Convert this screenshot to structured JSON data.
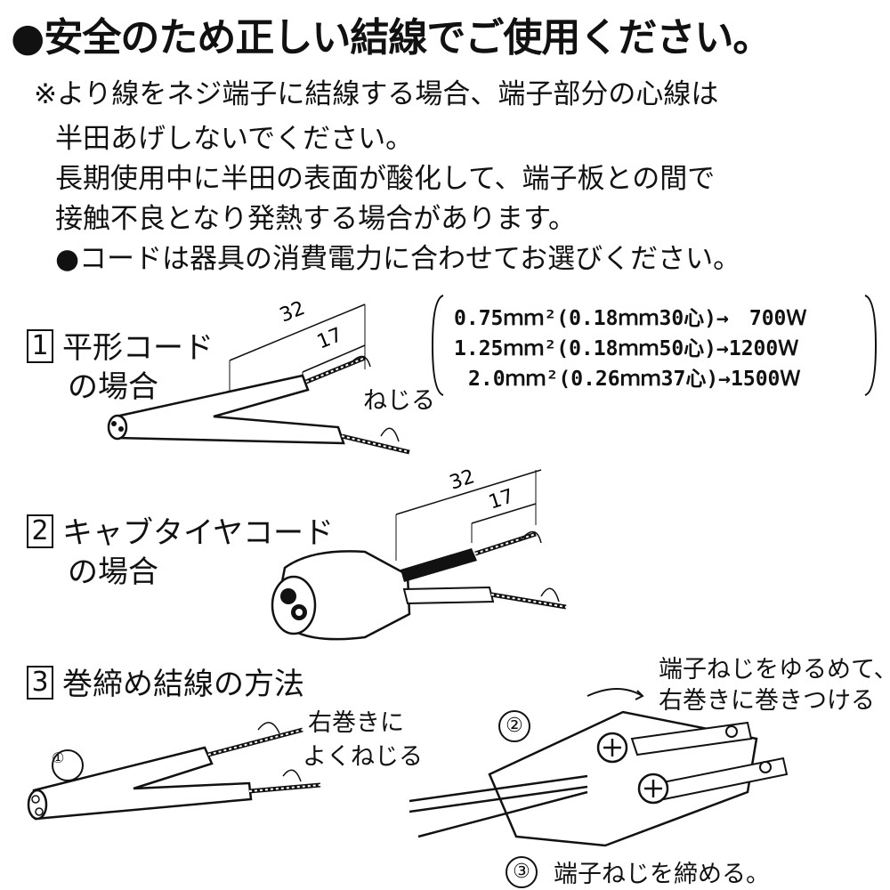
{
  "title": "●安全のため正しい結線でご使用ください。",
  "notes": [
    "※より線をネジ端子に結線する場合、端子部分の心線は",
    "半田あげしないでください。",
    "長期使用中に半田の表面が酸化して、端子板との間で",
    "接触不良となり発熱する場合があります。",
    "●コードは器具の消費電力に合わせてお選びください。"
  ],
  "spec_rows": [
    "0.75ｍｍ²(0.18ｍｍ30心)→　700Ｗ",
    "1.25ｍｍ²(0.18ｍｍ50心)→1200Ｗ",
    "2.0ｍｍ²(0.26ｍｍ37心)→1500Ｗ"
  ],
  "sections": [
    {
      "number": "1",
      "line1": "平形コード",
      "line2": "の場合"
    },
    {
      "number": "2",
      "line1": "キャブタイヤコード",
      "line2": "の場合"
    },
    {
      "number": "3",
      "line1": "巻締め結線の方法",
      "line2": ""
    }
  ],
  "dimensions": {
    "outer": "32",
    "inner": "17"
  },
  "labels": {
    "twist": "ねじる",
    "step1_num": "①",
    "step1_a": "右巻きに",
    "step1_b": "よくねじる",
    "step2_num": "②",
    "step2_a": "端子ねじをゆるめて、",
    "step2_b": "右巻きに巻きつける",
    "step3_num": "③",
    "step3_text": "端子ねじを締める。"
  }
}
